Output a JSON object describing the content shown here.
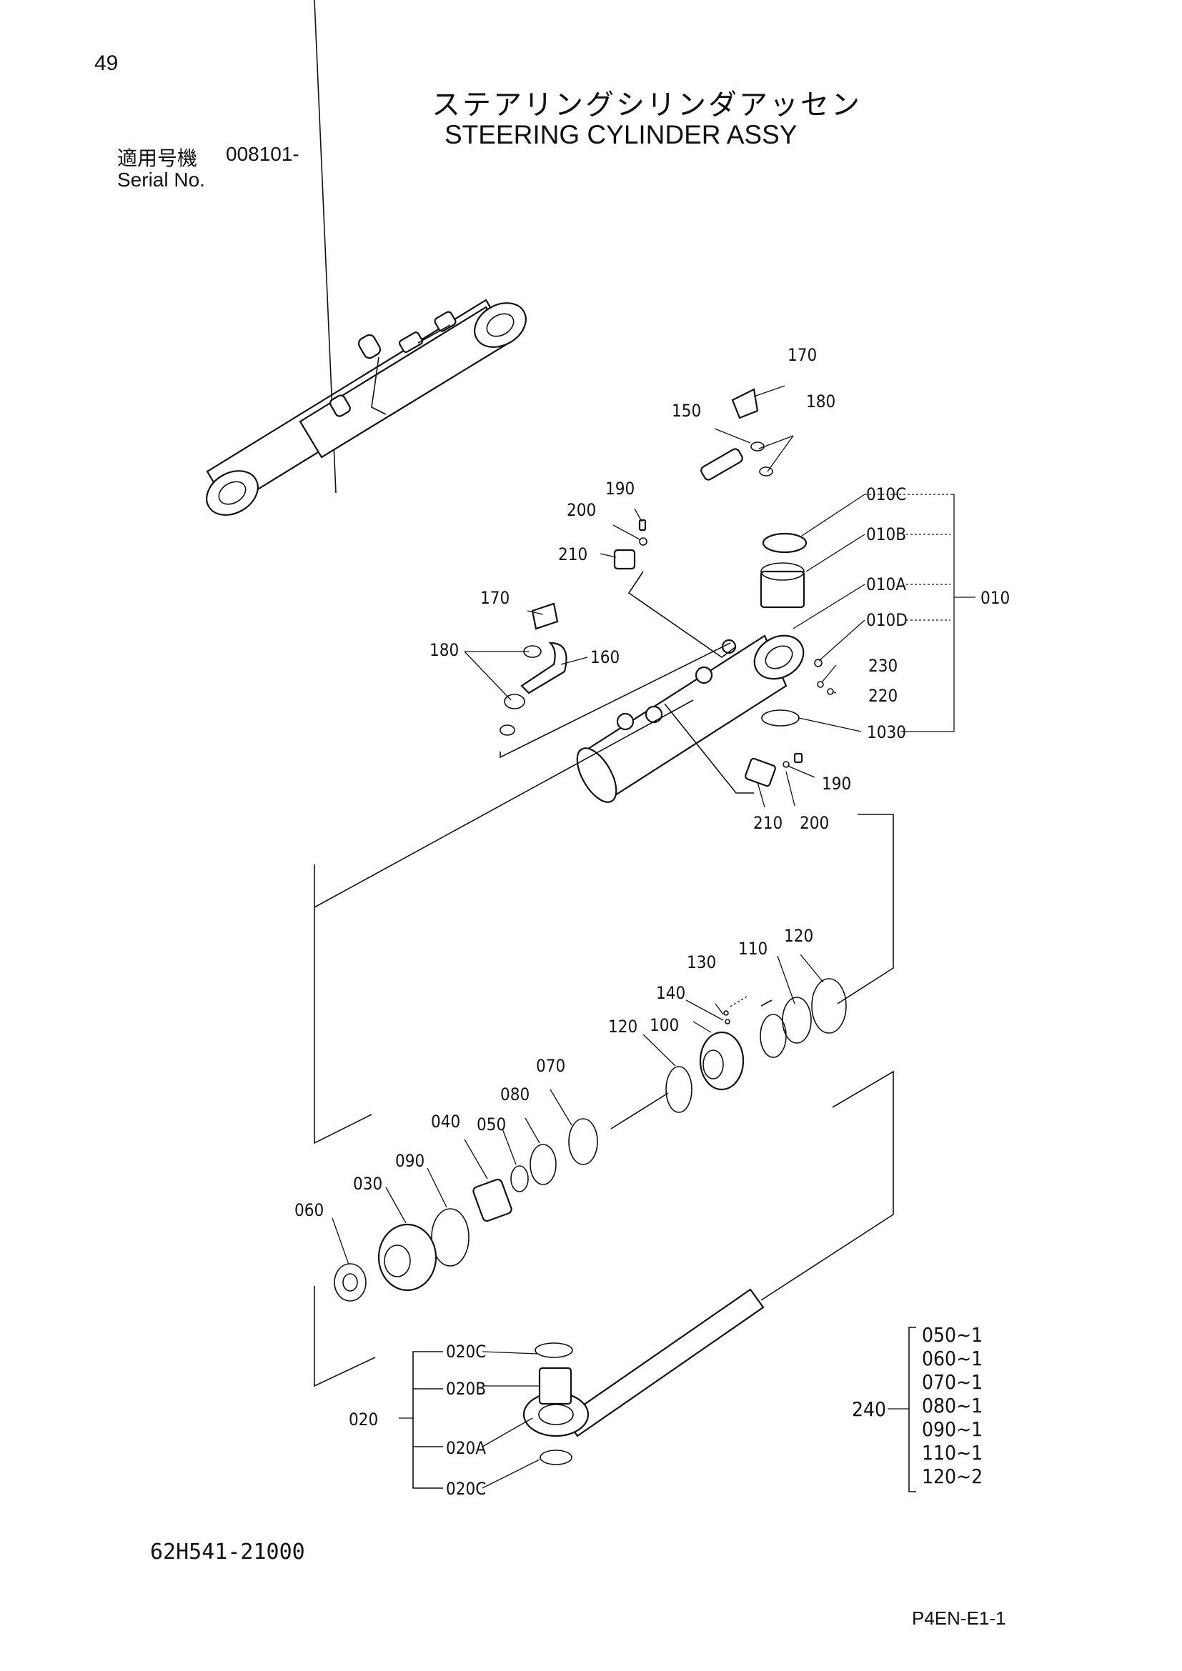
{
  "header": {
    "page_number": "49",
    "title_ja": "ステアリングシリンダアッセン",
    "title_en": "STEERING CYLINDER ASSY",
    "serial_label_ja": "適用号機",
    "serial_value": "008101-",
    "serial_label_en": "Serial No."
  },
  "callouts": {
    "p010": "010",
    "p010A": "010A",
    "p010B": "010B",
    "p010C": "010C",
    "p010D": "010D",
    "p020": "020",
    "p020A": "020A",
    "p020B": "020B",
    "p020C_top": "020C",
    "p020C_bottom": "020C",
    "p030": "030",
    "p040": "040",
    "p050": "050",
    "p060": "060",
    "p070": "070",
    "p080": "080",
    "p090": "090",
    "p100": "100",
    "p1030": "1030",
    "p110": "110",
    "p120_right": "120",
    "p120_left": "120",
    "p130": "130",
    "p140": "140",
    "p150": "150",
    "p160": "160",
    "p170_top": "170",
    "p170_left": "170",
    "p180_top": "180",
    "p180_left": "180",
    "p190_top": "190",
    "p190_lower": "190",
    "p200_top": "200",
    "p200_lower": "200",
    "p210_top": "210",
    "p210_lower": "210",
    "p220": "220",
    "p230": "230",
    "p240": "240"
  },
  "kit_240": {
    "items": [
      "050~1",
      "060~1",
      "070~1",
      "080~1",
      "090~1",
      "110~1",
      "120~2"
    ]
  },
  "footer": {
    "drawing_number": "62H541-21000",
    "page_code": "P4EN-E1-1"
  }
}
